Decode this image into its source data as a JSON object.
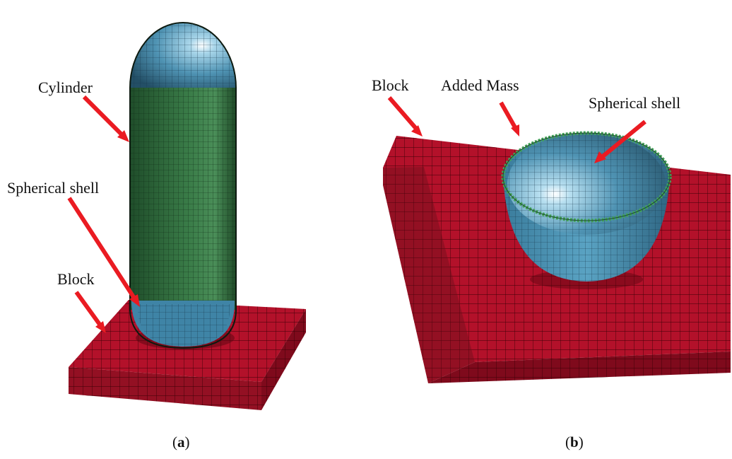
{
  "colors": {
    "block": "#b3112a",
    "block_dark": "#7f0a1c",
    "block_side": "#931023",
    "grid": "#3a0006",
    "cylinder": "#2f6a3c",
    "shell": "#4f93b3",
    "added_mass": "#43a35b",
    "arrow": "#ea1b22"
  },
  "panel_a": {
    "labels": {
      "cylinder": "Cylinder",
      "spherical_shell": "Spherical shell",
      "block": "Block"
    },
    "caption": {
      "open": "(",
      "letter": "a",
      "close": ")"
    }
  },
  "panel_b": {
    "labels": {
      "block": "Block",
      "added_mass": "Added Mass",
      "spherical_shell": "Spherical shell"
    },
    "caption": {
      "open": "(",
      "letter": "b",
      "close": ")"
    }
  }
}
